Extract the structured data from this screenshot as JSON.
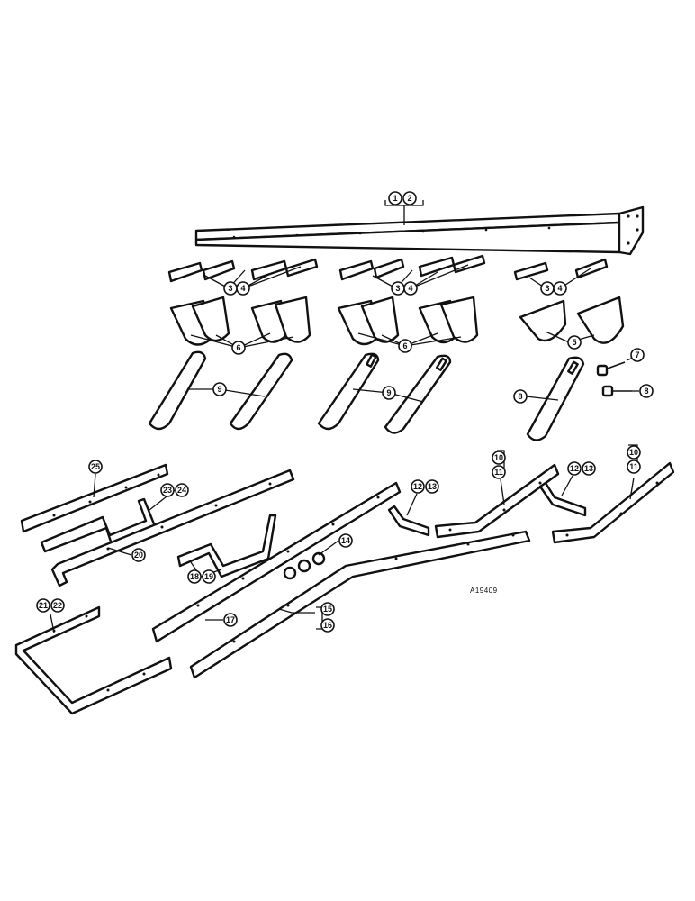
{
  "figure_ref": "A19409",
  "callouts": {
    "c1": "1",
    "c2": "2",
    "c3a": "3",
    "c4a": "4",
    "c3b": "3",
    "c4b": "4",
    "c3c": "3",
    "c4c": "4",
    "c6a": "6",
    "c6b": "6",
    "c5": "5",
    "c7": "7",
    "c8a": "8",
    "c8b": "8",
    "c9a": "9",
    "c9b": "9",
    "c25": "25",
    "c23": "23",
    "c24": "24",
    "c20": "20",
    "c18": "18",
    "c19": "19",
    "c21": "21",
    "c22": "22",
    "c17": "17",
    "c14": "14",
    "c15": "15",
    "c16": "16",
    "c12a": "12",
    "c13a": "13",
    "c10a": "10",
    "c11a": "11",
    "c12b": "12",
    "c13b": "13",
    "c10b": "10",
    "c11b": "11"
  }
}
